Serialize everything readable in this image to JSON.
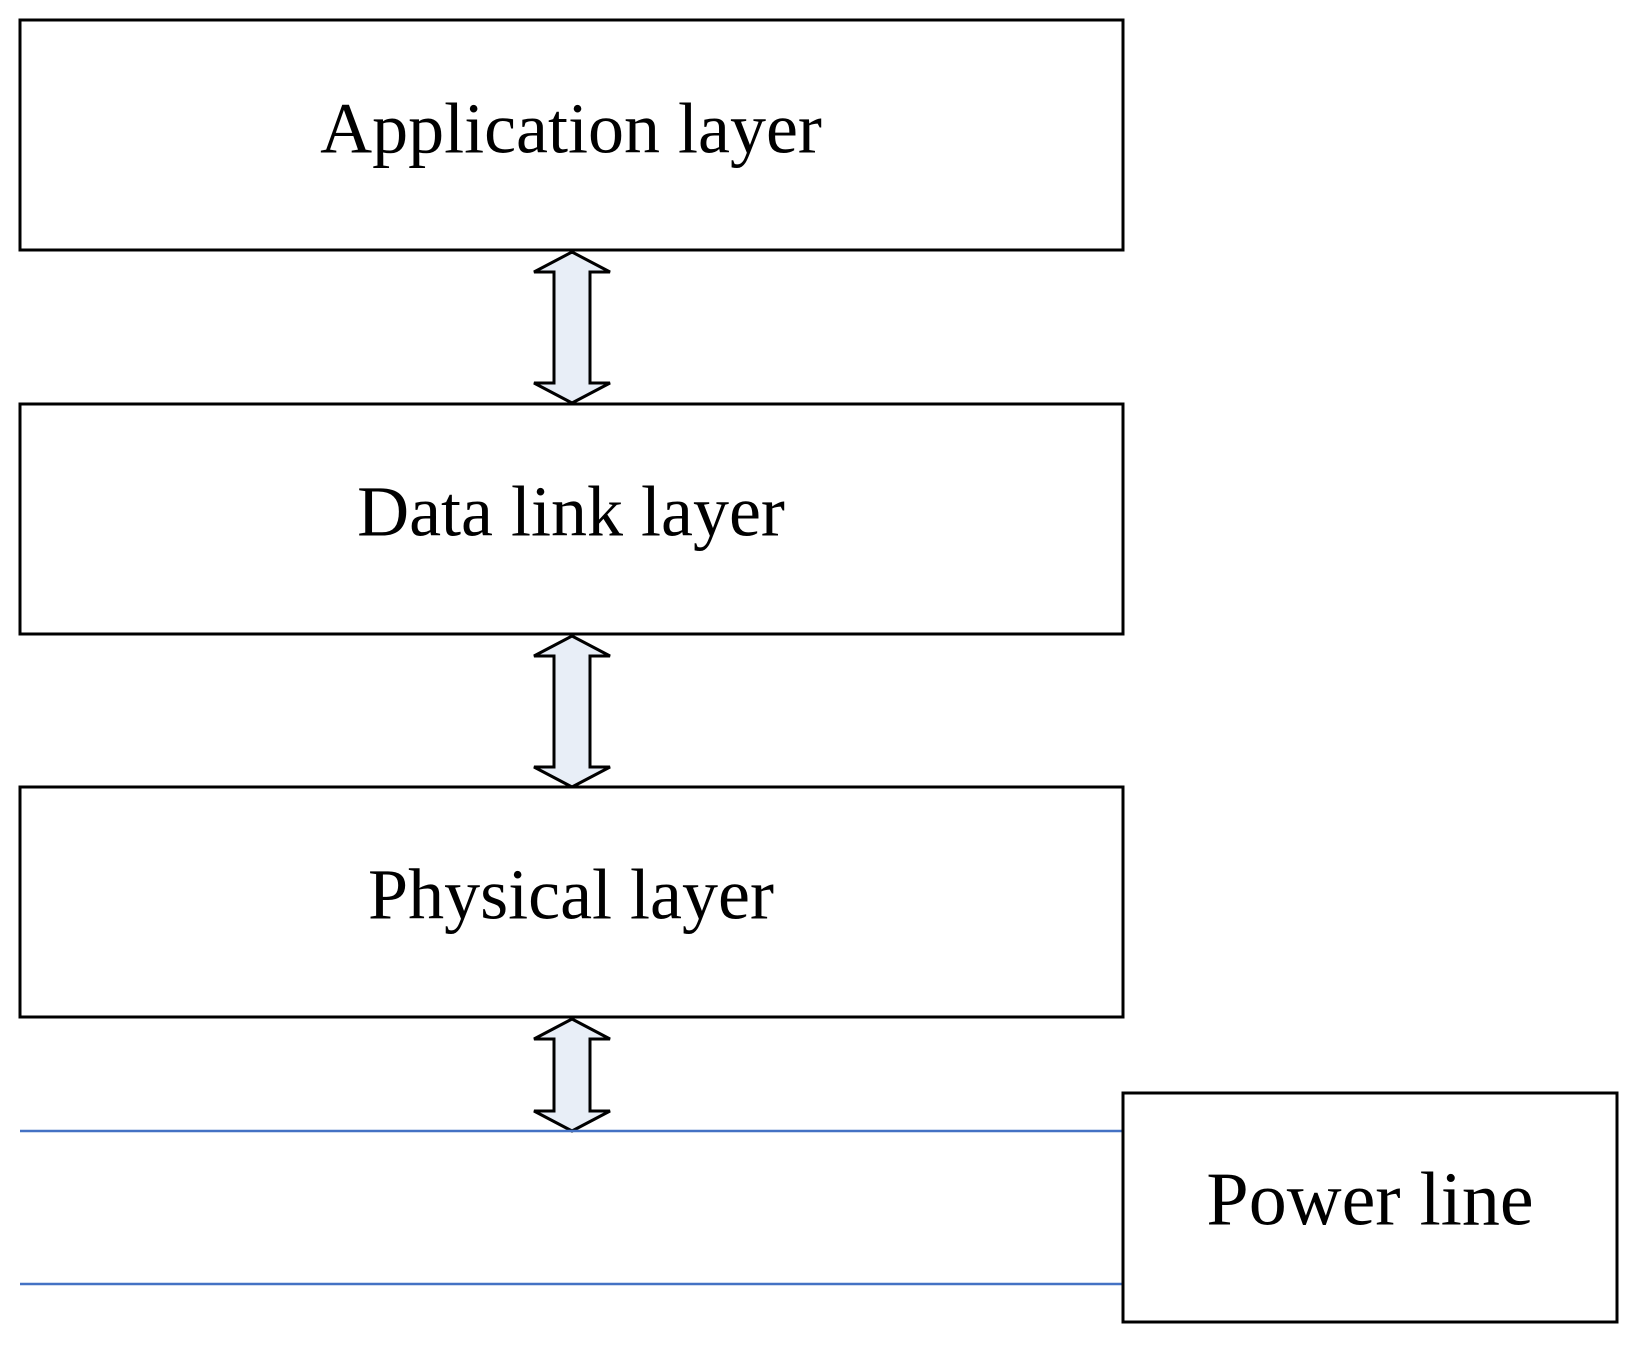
{
  "layers": [
    {
      "label": "Application layer"
    },
    {
      "label": "Data link layer"
    },
    {
      "label": "Physical layer"
    }
  ],
  "power_line": {
    "label": "Power line",
    "line_color": "#4472c4"
  },
  "arrow_fill_color": "#e8eef7",
  "arrows": [
    {
      "from": "Application layer",
      "to": "Data link layer",
      "direction": "bidirectional"
    },
    {
      "from": "Data link layer",
      "to": "Physical layer",
      "direction": "bidirectional"
    },
    {
      "from": "Physical layer",
      "to": "Power line",
      "direction": "bidirectional"
    }
  ]
}
